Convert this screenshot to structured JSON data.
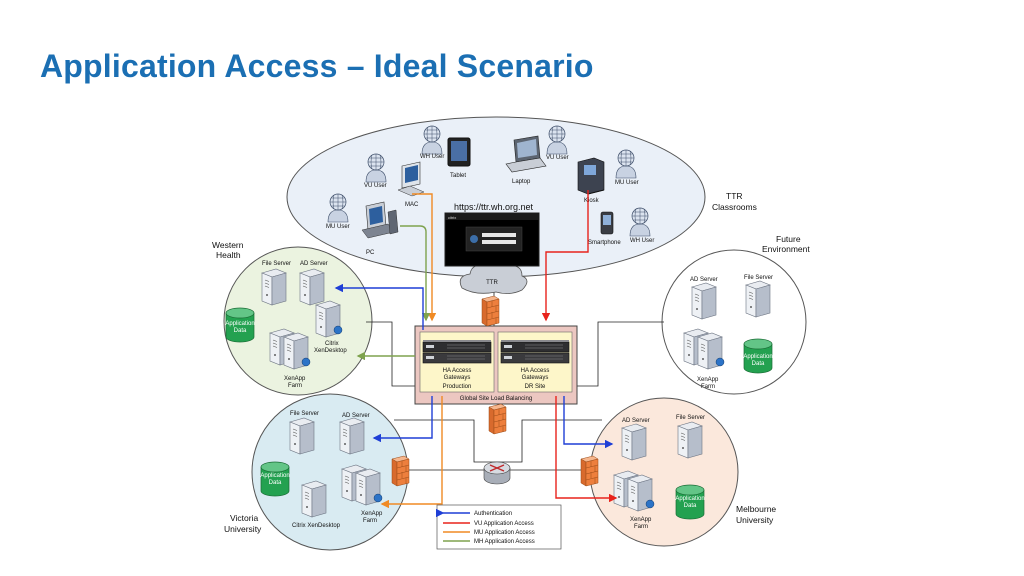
{
  "title": "Application Access – Ideal Scenario",
  "colors": {
    "title": "#1b6fb3",
    "authentication": "#1f3fd6",
    "vu_access": "#e8231c",
    "mu_access": "#f08a24",
    "wh_access": "#7ea24e",
    "ttr_cloud_fill": "#eaf0f8",
    "western_fill": "#ebf3e0",
    "victoria_fill": "#d9ebf2",
    "melbourne_fill": "#fbe8dc",
    "future_fill": "#ffffff",
    "datacenter_box": "#ecc7c1",
    "gateway_box": "#fdf6c9"
  },
  "ttr": {
    "users": {
      "wh_top": "WH User",
      "tablet": "Tablet",
      "vu_top": "VU User",
      "laptop": "Laptop",
      "vu_left": "VU User",
      "mac": "MAC",
      "kiosk": "Kiosk",
      "mu_right": "MU User",
      "mu_left": "MU User",
      "pc": "PC",
      "smartphone": "Smartphone",
      "wh_bottom": "WH User"
    },
    "url": "https://ttr.wh.org.net",
    "classrooms_label": [
      "TTR",
      "Classrooms"
    ],
    "cloud_label": "TTR",
    "login_brand": "citrix"
  },
  "western_health": {
    "name": [
      "Western",
      "Health"
    ],
    "file_server": "File Server",
    "ad_server": "AD Server",
    "app_data": [
      "Application",
      "Data"
    ],
    "citrix": [
      "Citrix",
      "XenDesktop"
    ],
    "xenapp": [
      "XenApp",
      "Farm"
    ]
  },
  "future_env": {
    "name": [
      "Future",
      "Environment"
    ],
    "ad_server": "AD Server",
    "file_server": "File Server",
    "xenapp": [
      "XenApp",
      "Farm"
    ],
    "app_data": [
      "Application",
      "Data"
    ]
  },
  "datacenter": {
    "production": [
      "HA Access",
      "Gateways",
      "Production"
    ],
    "dr": [
      "HA Access",
      "Gateways",
      "DR Site"
    ],
    "gslb": "Global Site Load Balancing"
  },
  "victoria": {
    "name": [
      "Victoria",
      "University"
    ],
    "file_server": "File Server",
    "ad_server": "AD Server",
    "app_data": [
      "Application",
      "Data"
    ],
    "xenapp": [
      "XenApp",
      "Farm"
    ],
    "citrix": "Citrix XenDesktop"
  },
  "melbourne": {
    "name": [
      "Melbourne",
      "University"
    ],
    "ad_server": "AD Server",
    "file_server": "File Server",
    "xenapp": [
      "XenApp",
      "Farm"
    ],
    "app_data": [
      "Application",
      "Data"
    ]
  },
  "legend": {
    "authentication": "Authentication",
    "vu": "VU Application Access",
    "mu": "MU Application Access",
    "wh": "MH Application Access"
  }
}
